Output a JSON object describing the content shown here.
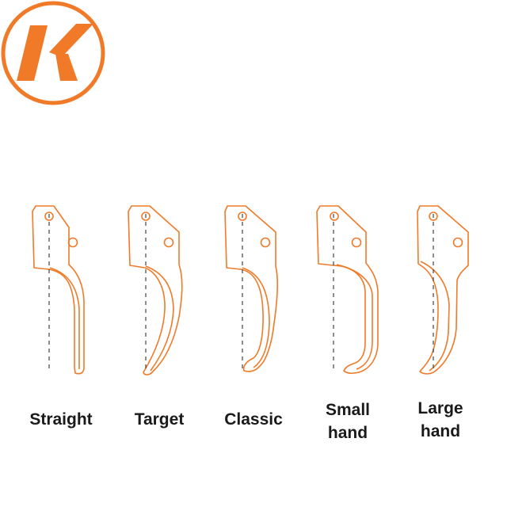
{
  "colors": {
    "accent": "#F07A28",
    "text": "#1a1a1a"
  },
  "brand": {
    "logo": "K-logo-icon"
  },
  "triggers": [
    {
      "id": "straight",
      "label": "Straight"
    },
    {
      "id": "target",
      "label": "Target"
    },
    {
      "id": "classic",
      "label": "Classic"
    },
    {
      "id": "small-hand",
      "label": "Small\nhand"
    },
    {
      "id": "large-hand",
      "label": "Large\nhand"
    }
  ]
}
